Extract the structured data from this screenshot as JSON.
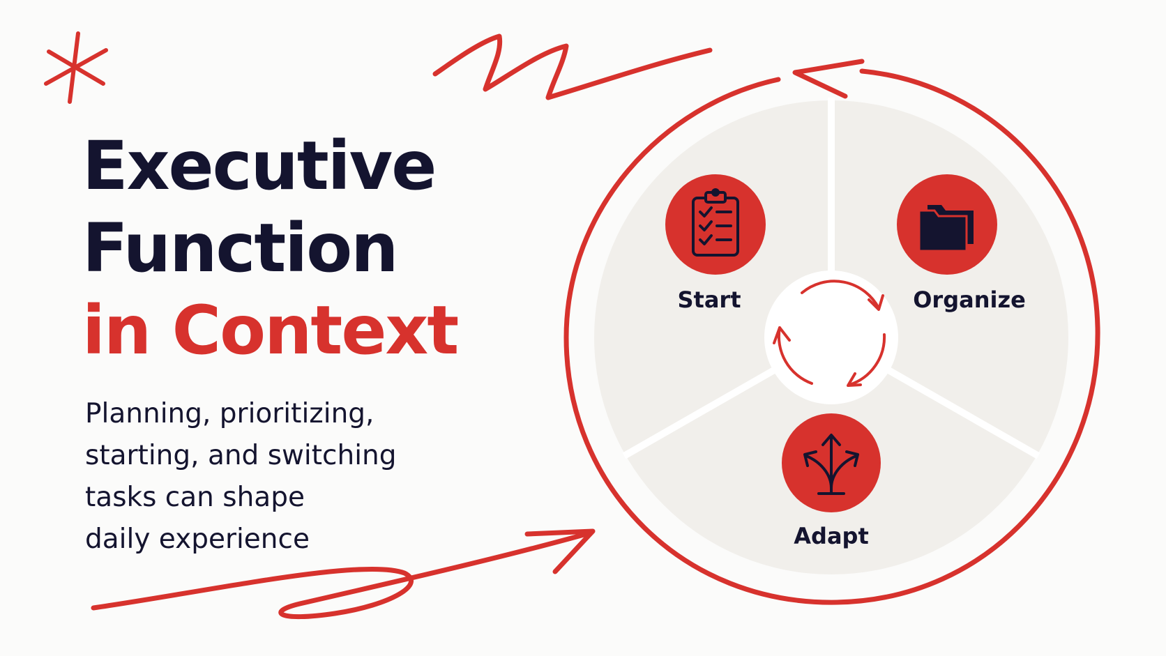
{
  "title": {
    "line1": "Executive",
    "line2": "Function",
    "line3": "in Context"
  },
  "subtitle": {
    "line1": "Planning, prioritizing,",
    "line2": "starting, and switching",
    "line3": "tasks can shape",
    "line4": "daily experience"
  },
  "cycle": {
    "segments": [
      {
        "label": "Start",
        "icon": "clipboard-checklist-icon"
      },
      {
        "label": "Organize",
        "icon": "folder-icon"
      },
      {
        "label": "Adapt",
        "icon": "branching-arrows-icon"
      }
    ],
    "center_icon": "cycle-arrows-icon"
  },
  "colors": {
    "accent": "#d7322d",
    "navy": "#14142f",
    "segment_fill": "#f1efeb",
    "background": "#fbfbfa"
  }
}
